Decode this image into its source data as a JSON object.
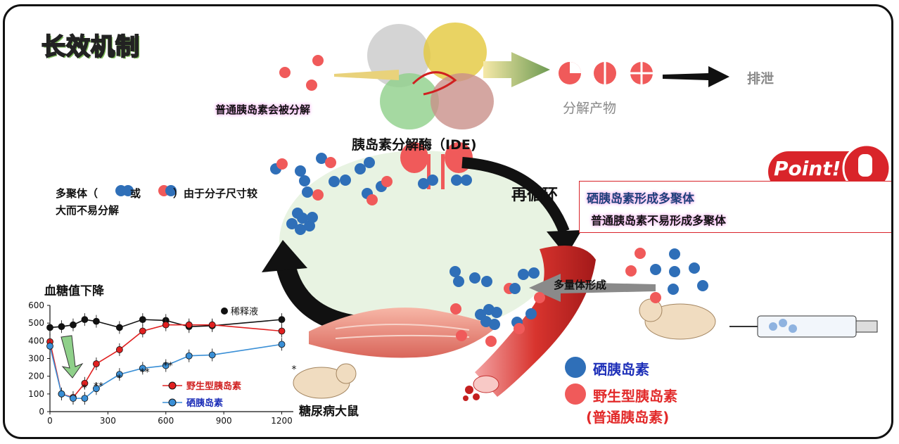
{
  "title": "长效机制",
  "labels": {
    "normal_degraded": "普通胰岛素会被分解",
    "enzyme": "胰岛素分解酶（IDE)",
    "products": "分解产物",
    "excretion": "排泄",
    "recycle": "再循环",
    "multimer_line1": "多聚体（",
    "multimer_or": "或",
    "multimer_line1b": "）由于分子尺寸较",
    "multimer_line2": "大而不易分解",
    "point_badge": "Point!",
    "point_line1": "硒胰岛素形成多聚体",
    "point_line2": "普通胰岛素不易形成多聚体",
    "multimer_formation": "多量体形成",
    "diabetic_rat": "糖尿病大鼠",
    "legend_se": "硒胰岛素",
    "legend_wt": "野生型胰岛素",
    "legend_wt_note": "(普通胰岛素)"
  },
  "colors": {
    "se_insulin": "#2f6fb8",
    "wt_insulin": "#f05a5a",
    "point_red": "#d9242a"
  },
  "chart_data": {
    "type": "line",
    "title": "血糖值下降",
    "x": [
      0,
      60,
      120,
      180,
      240,
      360,
      480,
      600,
      720,
      840,
      1200
    ],
    "xticks": [
      "0",
      "300",
      "600",
      "900",
      "1200"
    ],
    "yticks": [
      "0",
      "100",
      "200",
      "300",
      "400",
      "500",
      "600"
    ],
    "xlim": [
      0,
      1260
    ],
    "ylim": [
      0,
      600
    ],
    "series": [
      {
        "name": "稀释液",
        "color": "#111111",
        "values": [
          475,
          480,
          490,
          520,
          510,
          475,
          520,
          515,
          480,
          485,
          520
        ]
      },
      {
        "name": "野生型胰岛素",
        "color": "#e02020",
        "values": [
          395,
          100,
          80,
          160,
          270,
          350,
          455,
          490,
          490,
          490,
          455
        ]
      },
      {
        "name": "硒胰岛素",
        "color": "#3a8fd6",
        "values": [
          370,
          100,
          75,
          75,
          130,
          210,
          245,
          260,
          315,
          320,
          380
        ]
      }
    ],
    "annotations": [
      "*",
      "**",
      "*",
      "**",
      "**",
      "*"
    ]
  }
}
